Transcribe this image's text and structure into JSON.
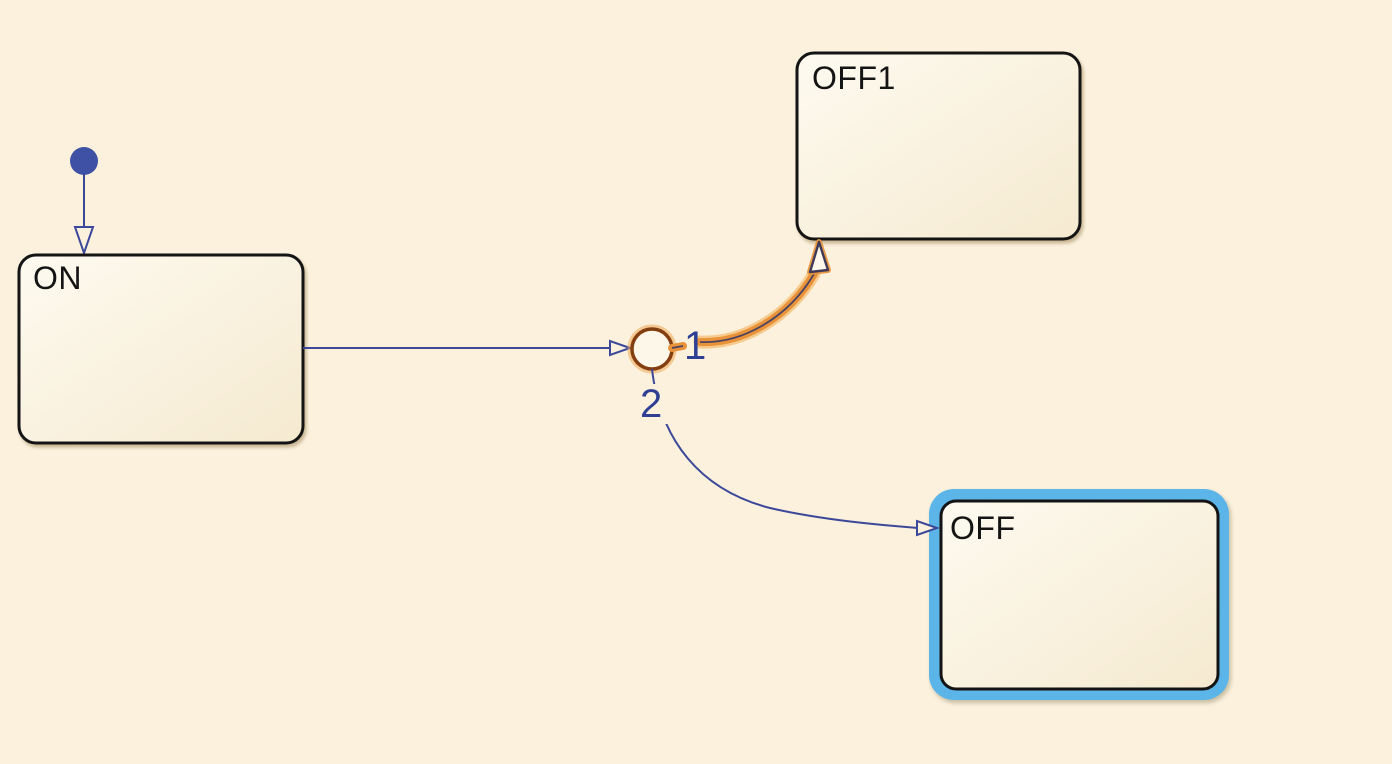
{
  "diagram": {
    "type": "stateflow-state-chart",
    "states": [
      {
        "id": "ON",
        "label": "ON",
        "selected": false
      },
      {
        "id": "OFF1",
        "label": "OFF1",
        "selected": false
      },
      {
        "id": "OFF",
        "label": "OFF",
        "selected": true
      }
    ],
    "junction": {
      "kind": "connective-junction"
    },
    "transitions": [
      {
        "id": "default-transition",
        "from": "initial",
        "to": "ON",
        "label": "",
        "highlighted": false
      },
      {
        "id": "on-to-junction",
        "from": "ON",
        "to": "junction",
        "label": "",
        "highlighted": false
      },
      {
        "id": "junction-to-off1",
        "from": "junction",
        "to": "OFF1",
        "label": "1",
        "highlighted": true
      },
      {
        "id": "junction-to-off",
        "from": "junction",
        "to": "OFF",
        "label": "2",
        "highlighted": false
      }
    ],
    "colors": {
      "canvas_background": "#fbf1dd",
      "state_fill_top": "#fefaf0",
      "state_fill_bottom": "#f5ead0",
      "state_border": "#141414",
      "transition_blue": "#3c4899",
      "transition_label_blue": "#2e3f94",
      "initial_dot_blue": "#3f51a5",
      "junction_border": "#833f0f",
      "highlight_orange": "#e8923a",
      "selection_blue": "#5cb5e9"
    }
  }
}
